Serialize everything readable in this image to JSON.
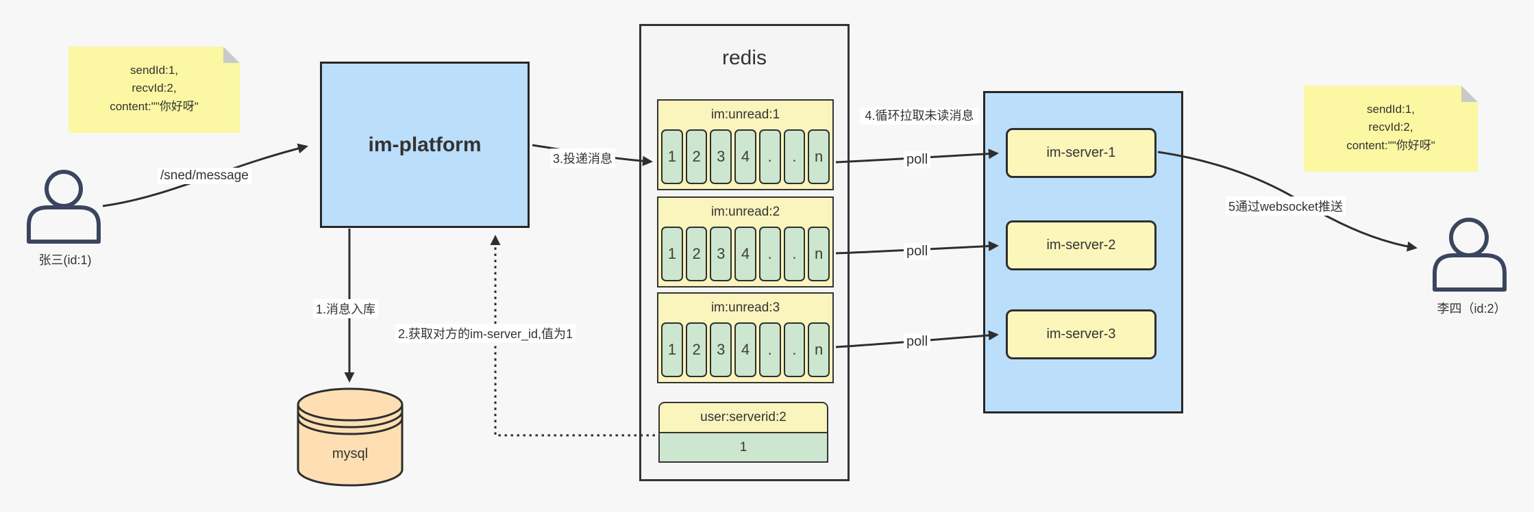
{
  "notes": {
    "left": {
      "lines": [
        "sendId:1,",
        "recvId:2,",
        "content:\"\"你好呀\""
      ]
    },
    "right": {
      "lines": [
        "sendId:1,",
        "recvId:2,",
        "content:\"\"你好呀\""
      ]
    }
  },
  "actors": {
    "sender": {
      "label": "张三(id:1)"
    },
    "receiver": {
      "label": "李四（id:2）"
    }
  },
  "platform": {
    "label": "im-platform"
  },
  "database": {
    "label": "mysql"
  },
  "redis": {
    "title": "redis",
    "queues": [
      {
        "name": "im:unread:1",
        "cells": [
          "1",
          "2",
          "3",
          "4",
          ".",
          ".",
          "n"
        ]
      },
      {
        "name": "im:unread:2",
        "cells": [
          "1",
          "2",
          "3",
          "4",
          ".",
          ".",
          "n"
        ]
      },
      {
        "name": "im:unread:3",
        "cells": [
          "1",
          "2",
          "3",
          "4",
          ".",
          ".",
          "n"
        ]
      }
    ],
    "kv": {
      "key": "user:serverid:2",
      "value": "1"
    }
  },
  "server_cluster": {
    "servers": [
      {
        "label": "im-server-1"
      },
      {
        "label": "im-server-2"
      },
      {
        "label": "im-server-3"
      }
    ]
  },
  "edges": {
    "send": "/sned/message",
    "step1": "1.消息入库",
    "step2": "2.获取对方的im-server_id,值为1",
    "step3": "3.投递消息",
    "step4": "4.循环拉取未读消息",
    "step5": "5通过websocket推送",
    "poll": "poll"
  },
  "colors": {
    "background": "#f7f7f7",
    "note_yellow": "#fbf7a2",
    "note_fold_gray": "#c9c9c9",
    "platform_blue": "#bbdefb",
    "redis_gray": "#f5f5f5",
    "queue_yellow": "#faf4bd",
    "cell_green": "#cde6cf",
    "server_yellow": "#fdf6bb",
    "mysql_tan": "#fddfb3",
    "line_dark": "#2e2e2e",
    "person_navy": "#3a455e"
  }
}
